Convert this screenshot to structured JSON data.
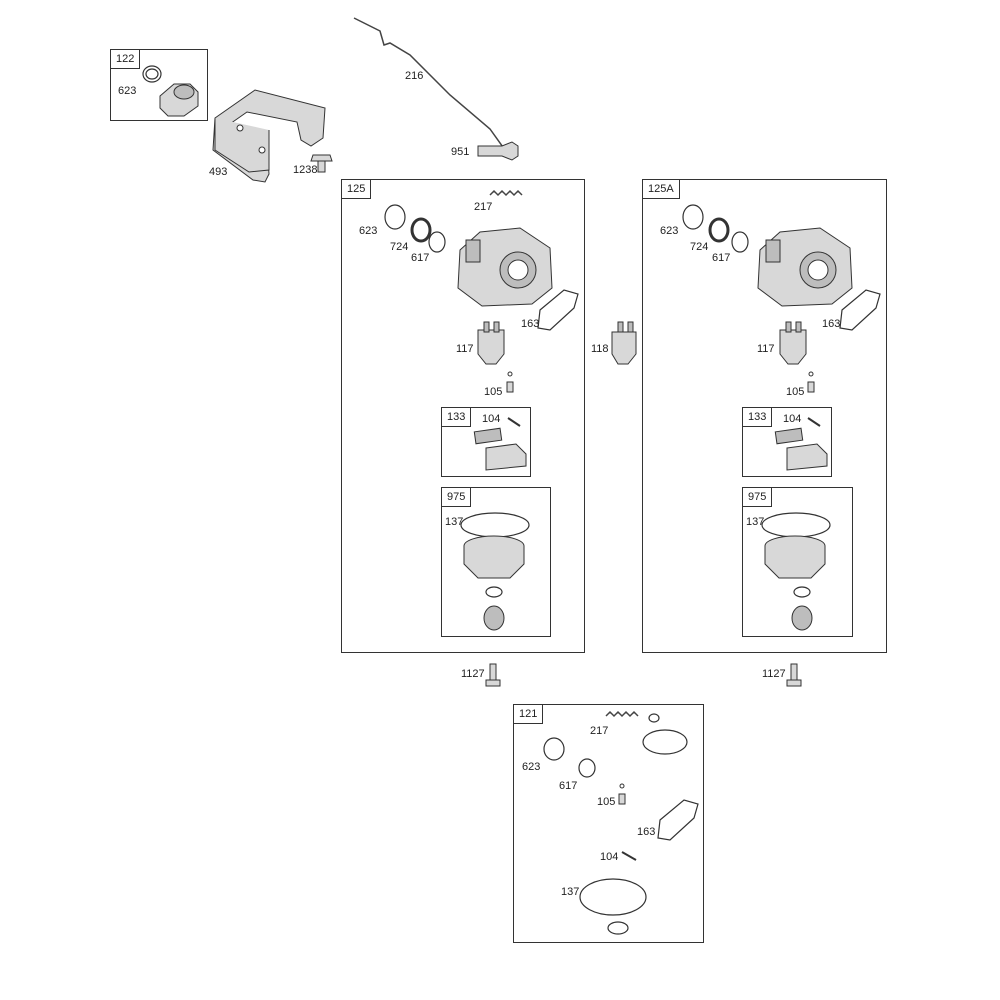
{
  "callouts": {
    "p122": "122",
    "p623a": "623",
    "p493": "493",
    "p1238": "1238",
    "p216": "216",
    "p951": "951",
    "p125": "125",
    "p217a": "217",
    "p623b": "623",
    "p724a": "724",
    "p617a": "617",
    "p163a": "163",
    "p117a": "117",
    "p105a": "105",
    "p133a": "133",
    "p104a": "104",
    "p975a": "975",
    "p137a": "137",
    "p118": "118",
    "p1127a": "1127",
    "p125A": "125A",
    "p623c": "623",
    "p724b": "724",
    "p617b": "617",
    "p163b": "163",
    "p117b": "117",
    "p105b": "105",
    "p133b": "133",
    "p104b": "104",
    "p975b": "975",
    "p137b": "137",
    "p1127b": "1127",
    "p121": "121",
    "p217b": "217",
    "p623d": "623",
    "p617c": "617",
    "p105c": "105",
    "p163c": "163",
    "p104c": "104",
    "p137c": "137"
  },
  "icons": [
    "bracket",
    "seal-ring",
    "spring",
    "carburetor",
    "fuel-valve",
    "float-bowl",
    "float",
    "gasket",
    "bolt",
    "linkage-rod",
    "elbow-fitting"
  ]
}
